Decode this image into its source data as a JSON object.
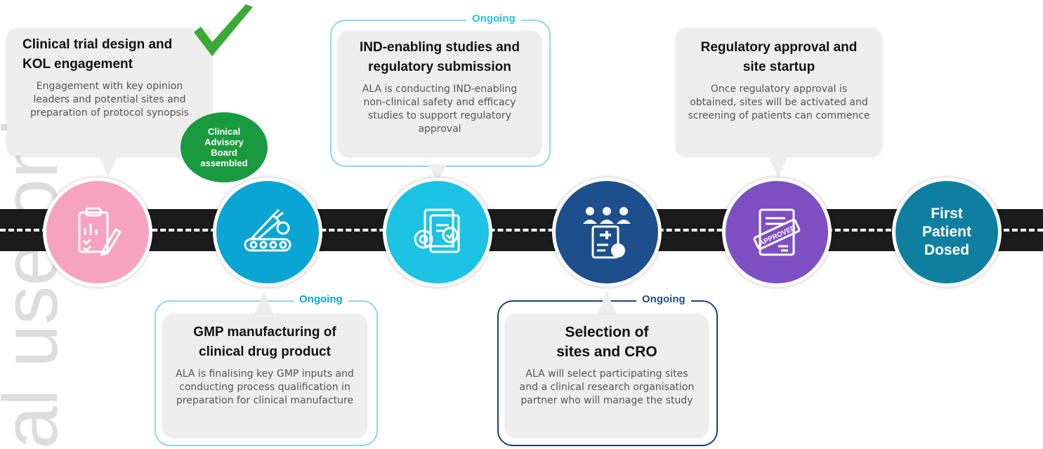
{
  "watermark": "al use only",
  "steps": [
    {
      "title_line1": "Clinical trial design and",
      "title_line2": "KOL engagement",
      "desc": "Engagement with key opinion leaders and potential sites and preparation of protocol synopsis",
      "status": "",
      "circle_color": "#f6a3c0",
      "icon": "clipboard-chart-icon"
    },
    {
      "title_line1": "GMP manufacturing of",
      "title_line2": "clinical drug product",
      "desc": "ALA is finalising key GMP inputs and conducting process qualification in preparation for clinical manufacture",
      "status": "Ongoing",
      "circle_color": "#0aa5d3",
      "icon": "conveyor-syringe-icon"
    },
    {
      "title_line1": "IND-enabling studies and",
      "title_line2": "regulatory submission",
      "desc": "ALA is conducting IND-enabling non-clinical safety and efficacy studies to support regulatory approval",
      "status": "Ongoing",
      "circle_color": "#1dc3e5",
      "icon": "gear-documents-icon"
    },
    {
      "title_line1": "Selection of",
      "title_line2": "sites and CRO",
      "desc": "ALA will select participating sites and a clinical research organisation partner who will manage the study",
      "status": "Ongoing",
      "circle_color": "#1c4f8c",
      "icon": "team-clipboard-icon"
    },
    {
      "title_line1": "Regulatory approval and",
      "title_line2": "site startup",
      "desc": "Once regulatory approval is obtained, sites will be activated and screening of patients can commence",
      "status": "",
      "circle_color": "#7e4fc2",
      "icon": "approved-stamp-icon"
    },
    {
      "label": "First Patient Dosed",
      "label_line1": "First",
      "label_line2": "Patient",
      "label_line3": "Dosed",
      "circle_color": "#0f7fa0"
    }
  ],
  "milestone": {
    "line1": "Clinical",
    "line2": "Advisory",
    "line3": "Board",
    "line4": "assembled",
    "color": "#1a9a3f"
  },
  "stamp_text": "APPROVED",
  "colors": {
    "check": "#3aa935",
    "frame_light": "#8fd6e8",
    "frame_dark": "#1c3f7a",
    "road": "#1b1b1b"
  }
}
